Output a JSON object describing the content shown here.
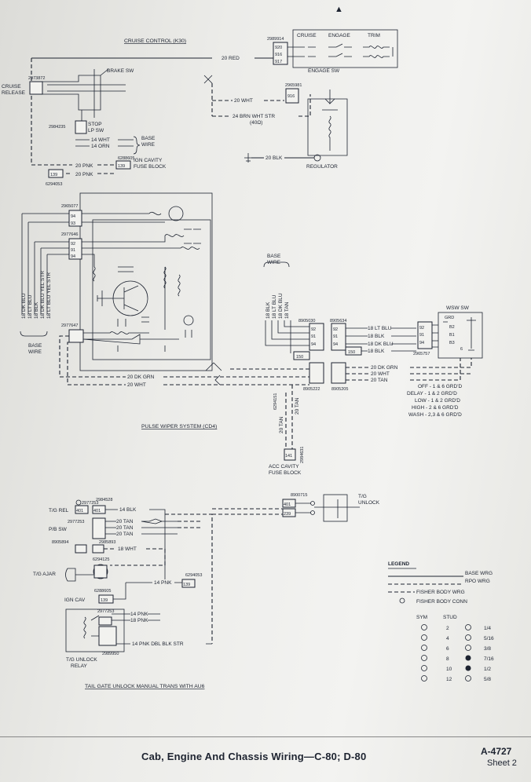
{
  "header": {
    "marker": "▲"
  },
  "cruise": {
    "title": "CRUISE CONTROL (K30)",
    "cruise_release": [
      "CRUISE",
      "RELEASE"
    ],
    "brake_sw": "BRAKE SW",
    "stop_lp_sw": [
      "STOP",
      "LP SW"
    ],
    "base_wire": [
      "BASE",
      "WIRE"
    ],
    "ign_cavity": [
      "IGN CAVITY",
      "FUSE BLOCK"
    ],
    "engage_sw": "ENGAGE SW",
    "sw_labels": [
      "CRUISE",
      "ENGAGE",
      "TRIM"
    ],
    "regulator": "REGULATOR",
    "wires": {
      "red": "20 RED",
      "wht": "20 WHT",
      "brn": "24 BRN WHT STR",
      "ohm": "(40Ω)",
      "blk": "20 BLK",
      "wht14": "14 WHT",
      "orn14": "14 ORN",
      "pnk1": "20 PNK",
      "pnk2": "20 PNK"
    },
    "parts": {
      "p1": "2989914",
      "p2": "2965981",
      "p3": "2973872",
      "p4": "2984235",
      "p5": "6288605",
      "p6": "6294053"
    },
    "conns": {
      "c1": "920",
      "c2": "916",
      "c3": "917",
      "c4": "916",
      "c5": "139"
    }
  },
  "pulse": {
    "title": "PULSE WIPER SYSTEM (CD4)",
    "parts": {
      "p1": "2965077",
      "p2": "2977646",
      "p3": "2977647",
      "p4": "8905030",
      "p5": "8905634",
      "p6": "2965757",
      "p7": "8905222",
      "p8": "8905205",
      "p9": "6294151",
      "p10": "2984631"
    },
    "base_wire_left": [
      "BASE",
      "WIRE"
    ],
    "base_wire_top": [
      "BASE",
      "WIRE"
    ],
    "left_wires": [
      "18 DK BLU",
      "18 LT BLU",
      "18 BLK",
      "18 DK BLU YEL STR",
      "18 LT BLU YEL STR"
    ],
    "top_wires": [
      "18 BLK",
      "18 LT BLU",
      "18 DK BLU",
      "18 TAN"
    ],
    "right_wires": [
      "18 LT BLU",
      "18 BLK",
      "18 DK BLU",
      "18 BLK"
    ],
    "bottom_wires": [
      "20 DK GRN",
      "20 WHT",
      "20 TAN"
    ],
    "left_bottom": [
      "20 DK GRN",
      "20 WHT"
    ],
    "vert_wire": "20 TAN",
    "tan_vert": "20 TAN",
    "wsw": "WSW SW",
    "wsw_pins": [
      "GRD",
      "B2",
      "B1",
      "B3",
      "6"
    ],
    "modes": [
      "OFF - 1 & 6 GRD'D",
      "DELAY - 1 & 2 GRD'D",
      "LOW - 1 & 2 GRD'D",
      "HIGH - 2 & 6 GRD'D",
      "WASH - 2,3 & 6 GRD'D"
    ],
    "acc_cavity": [
      "ACC CAVITY",
      "FUSE BLOCK"
    ],
    "conns": {
      "c92": "92",
      "c91": "91",
      "c94": "94",
      "c93": "93",
      "c150": "150",
      "c141": "141"
    }
  },
  "tailgate": {
    "title": "TAIL GATE UNLOCK MANUAL TRANS WITH AU6",
    "tg_rel": "T/G REL",
    "pb_sw": "P/B SW",
    "tg_ajar": "T/G AJAR",
    "ign_cav": "IGN CAV",
    "tg_relay": [
      "T/G UNLOCK",
      "RELAY"
    ],
    "tg_unlock": [
      "T/G",
      "UNLOCK"
    ],
    "wires": {
      "blk14": "14 BLK",
      "tan1": "20 TAN",
      "tan2": "20 TAN",
      "tan3": "20 TAN",
      "wht18": "18 WHT",
      "pnk14a": "14 PNK",
      "pnk14b": "14 PNK",
      "pnk18": "18 PNK",
      "pnkdbl": "14 PNK DBL BLK STR"
    },
    "parts": {
      "p1": "2977253",
      "p2": "2984528",
      "p3": "2977253",
      "p4": "8905894",
      "p5": "2985893",
      "p6": "6294125",
      "p7": "6294053",
      "p8": "6288605",
      "p9": "2977253",
      "p10": "2984528",
      "p11": "2989950",
      "p12": "8900715"
    },
    "conns": {
      "c401": "401",
      "c239": "239",
      "c139": "139"
    }
  },
  "legend": {
    "title": "LEGEND",
    "items": [
      "BASE WRG",
      "RPO WRG",
      "FISHER BODY WRG",
      "FISHER BODY CONN"
    ],
    "sym_header": [
      "SYM",
      "STUD"
    ],
    "studs": [
      {
        "stud": "2",
        "size": "1/4"
      },
      {
        "stud": "4",
        "size": "5/16"
      },
      {
        "stud": "6",
        "size": "3/8"
      },
      {
        "stud": "8",
        "size": "7/16"
      },
      {
        "stud": "10",
        "size": "1/2"
      },
      {
        "stud": "12",
        "size": "5/8"
      }
    ]
  },
  "footer": {
    "title": "Cab, Engine And Chassis Wiring—C-80; D-80",
    "drawing": "A-4727",
    "sheet": "Sheet 2"
  }
}
